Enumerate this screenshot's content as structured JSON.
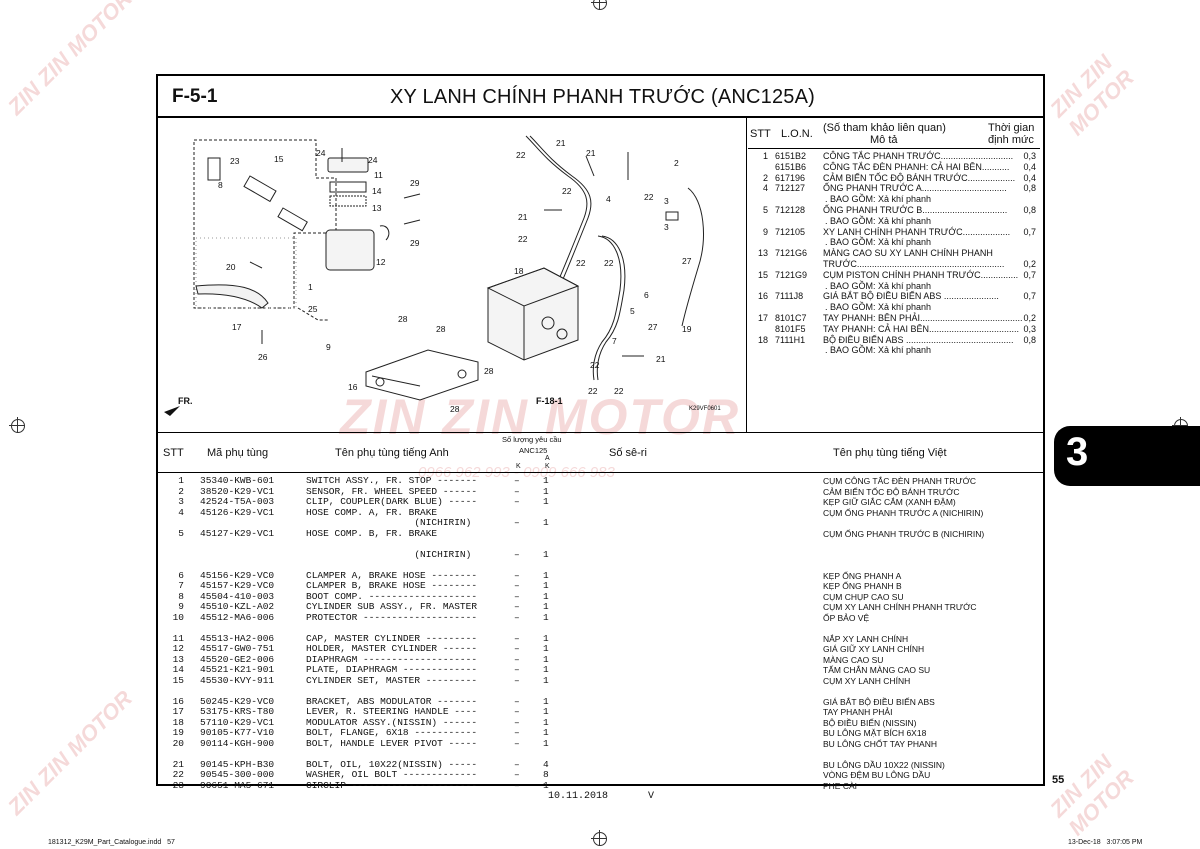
{
  "header": {
    "figure_code": "F-5-1",
    "title": "XY LANH CHÍNH PHANH TRƯỚC (ANC125A)"
  },
  "lon_table": {
    "col_stt": "STT",
    "col_lon": "L.O.N.",
    "col_desc_1": "(Số tham khảo liên quan)",
    "col_desc_2": "Mô tả",
    "col_time_1": "Thời gian",
    "col_time_2": "định mức",
    "rows": [
      {
        "stt": "1",
        "lon": "6151B2",
        "desc": "CÔNG TẮC PHANH TRƯỚC.............................",
        "time": "0,3"
      },
      {
        "stt": "",
        "lon": "6151B6",
        "desc": "CÔNG TẮC ĐÈN PHANH: CẢ HAI BÊN...........",
        "time": "0,4"
      },
      {
        "stt": "2",
        "lon": "617196",
        "desc": "CẢM BIẾN TỐC ĐỘ BÁNH TRƯỚC...................",
        "time": "0,4"
      },
      {
        "stt": "4",
        "lon": "712127",
        "desc": "ỐNG PHANH TRƯỚC A..................................",
        "time": "0,8"
      },
      {
        "stt": "",
        "lon": "",
        "desc": ". BAO GỒM: Xả khí phanh",
        "time": ""
      },
      {
        "stt": "5",
        "lon": "712128",
        "desc": "ỐNG PHANH TRƯỚC B..................................",
        "time": "0,8"
      },
      {
        "stt": "",
        "lon": "",
        "desc": ". BAO GỒM: Xả khí phanh",
        "time": ""
      },
      {
        "stt": "9",
        "lon": "712105",
        "desc": "XY LANH CHÍNH PHANH TRƯỚC...................",
        "time": "0,7"
      },
      {
        "stt": "",
        "lon": "",
        "desc": ". BAO GỒM: Xả khí phanh",
        "time": ""
      },
      {
        "stt": "13",
        "lon": "7121G6",
        "desc": "MÀNG CAO SU XY LANH CHÍNH PHANH",
        "time": ""
      },
      {
        "stt": "",
        "lon": "",
        "desc": "TRƯỚC...........................................................",
        "time": "0,2"
      },
      {
        "stt": "15",
        "lon": "7121G9",
        "desc": "CỤM PISTON CHÍNH PHANH TRƯỚC...............",
        "time": "0,7"
      },
      {
        "stt": "",
        "lon": "",
        "desc": ". BAO GỒM: Xả khí phanh",
        "time": ""
      },
      {
        "stt": "16",
        "lon": "7111J8",
        "desc": "GIÁ BẮT BỘ ĐIỀU BIẾN ABS ......................",
        "time": "0,7"
      },
      {
        "stt": "",
        "lon": "",
        "desc": ". BAO GỒM: Xả khí phanh",
        "time": ""
      },
      {
        "stt": "17",
        "lon": "8101C7",
        "desc": "TAY PHANH: BÊN PHẢI.........................................",
        "time": "0,2"
      },
      {
        "stt": "",
        "lon": "8101F5",
        "desc": "TAY PHANH: CẢ HAI BÊN....................................",
        "time": "0,3"
      },
      {
        "stt": "18",
        "lon": "7111H1",
        "desc": "BỘ ĐIỀU BIẾN ABS ...........................................",
        "time": "0,8"
      },
      {
        "stt": "",
        "lon": "",
        "desc": ". BAO GỒM: Xả khí phanh",
        "time": ""
      }
    ]
  },
  "diagram": {
    "labels": [
      "23",
      "8",
      "15",
      "24",
      "24",
      "11",
      "14",
      "13",
      "29",
      "29",
      "12",
      "20",
      "1",
      "25",
      "3",
      "17",
      "26",
      "9",
      "22",
      "21",
      "21",
      "22",
      "4",
      "21",
      "22",
      "18",
      "22",
      "22",
      "2",
      "3",
      "22",
      "27",
      "6",
      "5",
      "28",
      "28",
      "16",
      "7",
      "27",
      "19",
      "28",
      "21",
      "22",
      "22",
      "22",
      "28"
    ],
    "ref_left": "F-18-1",
    "fr_label": "FR.",
    "drawing_code": "K29VF0601"
  },
  "parts_table": {
    "col_stt": "STT",
    "col_part_no": "Mã phụ tùng",
    "col_name_en": "Tên phụ tùng tiếng Anh",
    "col_qty": "Số lượng yêu cầu",
    "col_model": "ANC125",
    "col_k": "K",
    "col_a": "A",
    "col_ak": "K",
    "col_serial": "Số sê-ri",
    "col_name_vn": "Tên phụ tùng tiếng Việt",
    "rows": [
      {
        "stt": "1",
        "no": "35340-KWB-601",
        "en": "SWITCH ASSY., FR. STOP -------",
        "k": "–",
        "a": "1",
        "vn": "CỤM CÔNG TẮC ĐÈN PHANH TRƯỚC"
      },
      {
        "stt": "2",
        "no": "38520-K29-VC1",
        "en": "SENSOR, FR. WHEEL SPEED ------",
        "k": "–",
        "a": "1",
        "vn": "CẢM BIẾN TỐC ĐỘ BÁNH TRƯỚC"
      },
      {
        "stt": "3",
        "no": "42524-T5A-003",
        "en": "CLIP, COUPLER(DARK BLUE) -----",
        "k": "–",
        "a": "1",
        "vn": "KẸP GIỮ GIẮC CẮM (XANH ĐẬM)"
      },
      {
        "stt": "4",
        "no": "45126-K29-VC1",
        "en": "HOSE COMP. A, FR. BRAKE",
        "k": "",
        "a": "",
        "vn": "CỤM ỐNG PHANH TRƯỚC A (NICHIRIN)"
      },
      {
        "stt": "",
        "no": "",
        "en": "                   (NICHIRIN)",
        "k": "–",
        "a": "1",
        "vn": ""
      },
      {
        "stt": "5",
        "no": "45127-K29-VC1",
        "en": "HOSE COMP. B, FR. BRAKE",
        "k": "",
        "a": "",
        "vn": "CỤM ỐNG PHANH TRƯỚC B (NICHIRIN)"
      },
      {
        "stt": "",
        "no": "",
        "en": "                   (NICHIRIN)",
        "k": "–",
        "a": "1",
        "vn": ""
      },
      {
        "stt": "6",
        "no": "45156-K29-VC0",
        "en": "CLAMPER A, BRAKE HOSE --------",
        "k": "–",
        "a": "1",
        "vn": "KẸP ỐNG PHANH A"
      },
      {
        "stt": "7",
        "no": "45157-K29-VC0",
        "en": "CLAMPER B, BRAKE HOSE --------",
        "k": "–",
        "a": "1",
        "vn": "KẸP ỐNG PHANH B"
      },
      {
        "stt": "8",
        "no": "45504-410-003",
        "en": "BOOT COMP. -------------------",
        "k": "–",
        "a": "1",
        "vn": "CỤM CHỤP CAO SU"
      },
      {
        "stt": "9",
        "no": "45510-KZL-A02",
        "en": "CYLINDER SUB ASSY., FR. MASTER",
        "k": "–",
        "a": "1",
        "vn": "CỤM XY LANH CHÍNH PHANH TRƯỚC"
      },
      {
        "stt": "10",
        "no": "45512-MA6-006",
        "en": "PROTECTOR --------------------",
        "k": "–",
        "a": "1",
        "vn": "ỐP BẢO VỆ"
      },
      {
        "stt": "11",
        "no": "45513-HA2-006",
        "en": "CAP, MASTER CYLINDER ---------",
        "k": "–",
        "a": "1",
        "vn": "NẮP XY LANH CHÍNH"
      },
      {
        "stt": "12",
        "no": "45517-GW0-751",
        "en": "HOLDER, MASTER CYLINDER ------",
        "k": "–",
        "a": "1",
        "vn": "GIÁ GIỮ XY LANH CHÍNH"
      },
      {
        "stt": "13",
        "no": "45520-GE2-006",
        "en": "DIAPHRAGM --------------------",
        "k": "–",
        "a": "1",
        "vn": "MÀNG CAO SU"
      },
      {
        "stt": "14",
        "no": "45521-K21-901",
        "en": "PLATE, DIAPHRAGM -------------",
        "k": "–",
        "a": "1",
        "vn": "TẤM CHẮN MÀNG CAO SU"
      },
      {
        "stt": "15",
        "no": "45530-KVY-911",
        "en": "CYLINDER SET, MASTER ---------",
        "k": "–",
        "a": "1",
        "vn": "CỤM XY LANH CHÍNH"
      },
      {
        "stt": "16",
        "no": "50245-K29-VC0",
        "en": "BRACKET, ABS MODULATOR -------",
        "k": "–",
        "a": "1",
        "vn": "GIÁ BẮT BỘ ĐIỀU BIẾN ABS"
      },
      {
        "stt": "17",
        "no": "53175-KRS-T80",
        "en": "LEVER, R. STEERING HANDLE ----",
        "k": "–",
        "a": "1",
        "vn": "TAY PHANH PHẢI"
      },
      {
        "stt": "18",
        "no": "57110-K29-VC1",
        "en": "MODULATOR ASSY.(NISSIN) ------",
        "k": "–",
        "a": "1",
        "vn": "BỘ ĐIỀU BIẾN (NISSIN)"
      },
      {
        "stt": "19",
        "no": "90105-K77-V10",
        "en": "BOLT, FLANGE, 6X18 -----------",
        "k": "–",
        "a": "1",
        "vn": "BU LÔNG MẶT BÍCH 6X18"
      },
      {
        "stt": "20",
        "no": "90114-KGH-900",
        "en": "BOLT, HANDLE LEVER PIVOT -----",
        "k": "–",
        "a": "1",
        "vn": "BU LÔNG CHỐT TAY PHANH"
      },
      {
        "stt": "21",
        "no": "90145-KPH-B30",
        "en": "BOLT, OIL, 10X22(NISSIN) -----",
        "k": "–",
        "a": "4",
        "vn": "BU LÔNG DẦU 10X22 (NISSIN)"
      },
      {
        "stt": "22",
        "no": "90545-300-000",
        "en": "WASHER, OIL BOLT -------------",
        "k": "–",
        "a": "8",
        "vn": "VÒNG ĐỆM BU LÔNG DẦU"
      },
      {
        "stt": "23",
        "no": "90651-MA5-671",
        "en": "CIRCLIP ----------------------",
        "k": "–",
        "a": "1",
        "vn": "PHE CÀI"
      }
    ]
  },
  "section_tab": "3",
  "page_number": "55",
  "footer_date": "10.11.2018",
  "footer_v": "V",
  "footer_left": "181312_K29M_Part_Catalogue.indd   57",
  "footer_right": "13-Dec-18   3:07:05 PM",
  "watermark": {
    "brand": "ZIN ZIN MOTOR",
    "phone": "0966 962 993 - 0909 666 983"
  }
}
